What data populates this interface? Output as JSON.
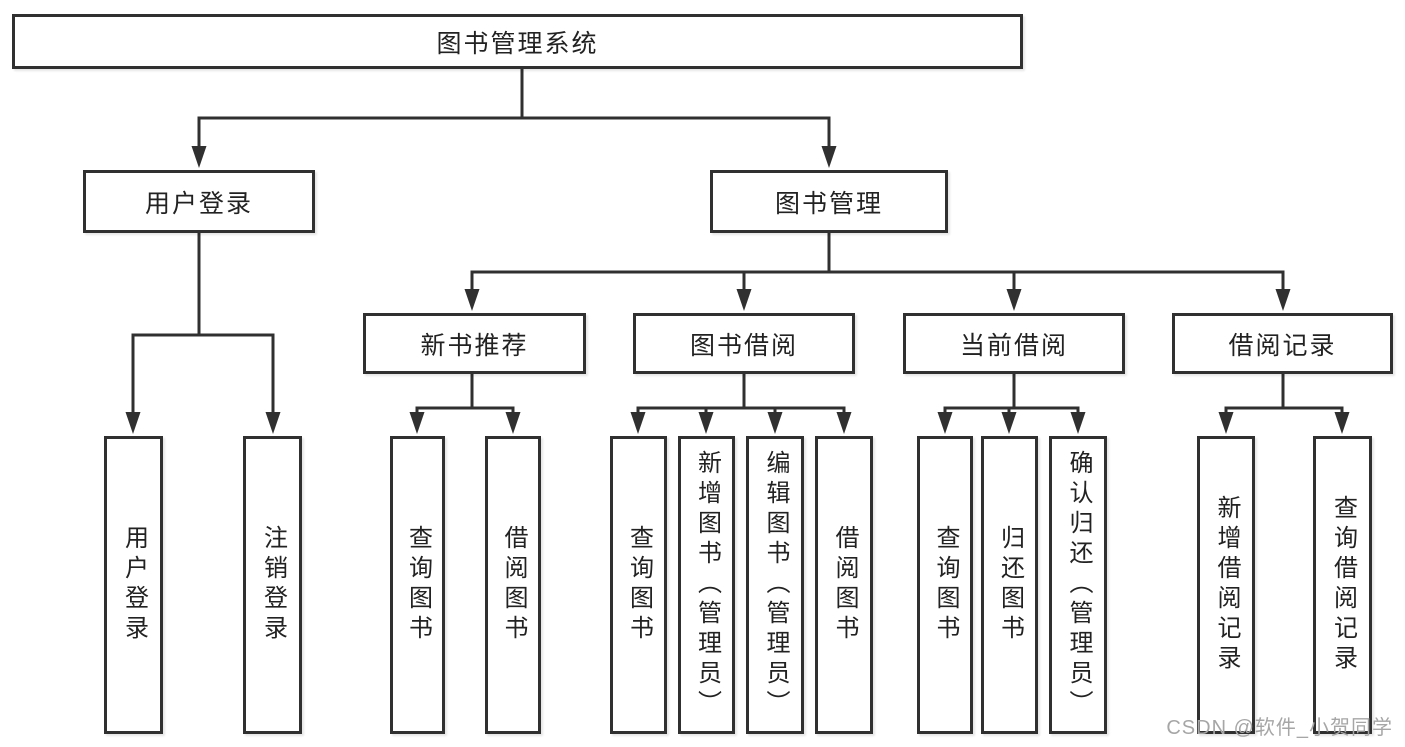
{
  "diagram": {
    "type": "tree",
    "title": "图书管理系统",
    "colors": {
      "line": "#303030",
      "box_border": "#303030",
      "box_background": "#ffffff",
      "text": "#222222",
      "watermark": "#a6a6a6"
    },
    "tree": {
      "label": "图书管理系统",
      "children": [
        {
          "label": "用户登录",
          "children": [
            {
              "label": "用户登录"
            },
            {
              "label": "注销登录"
            }
          ]
        },
        {
          "label": "图书管理",
          "children": [
            {
              "label": "新书推荐",
              "children": [
                {
                  "label": "查询图书"
                },
                {
                  "label": "借阅图书"
                }
              ]
            },
            {
              "label": "图书借阅",
              "children": [
                {
                  "label": "查询图书"
                },
                {
                  "label": "新增图书（管理员）"
                },
                {
                  "label": "编辑图书（管理员）"
                },
                {
                  "label": "借阅图书"
                }
              ]
            },
            {
              "label": "当前借阅",
              "children": [
                {
                  "label": "查询图书"
                },
                {
                  "label": "归还图书"
                },
                {
                  "label": "确认归还（管理员）"
                }
              ]
            },
            {
              "label": "借阅记录",
              "children": [
                {
                  "label": "新增借阅记录"
                },
                {
                  "label": "查询借阅记录"
                }
              ]
            }
          ]
        }
      ]
    },
    "watermark": {
      "text": "CSDN @软件_小贺同学"
    }
  }
}
